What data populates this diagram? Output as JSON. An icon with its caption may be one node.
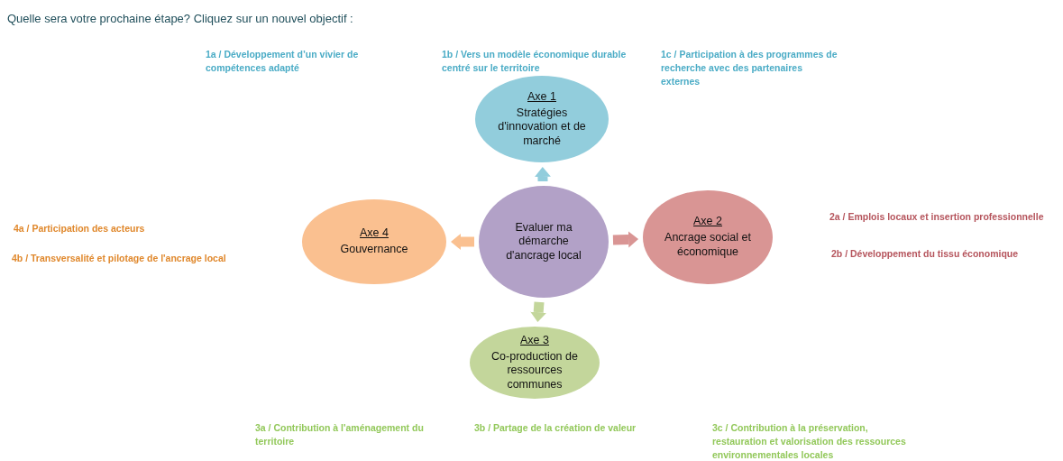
{
  "diagram": {
    "title": "Quelle sera votre prochaine étape? Cliquez sur un nouvel objectif :",
    "nodes": [
      {
        "text": [
          "Evaluer ma démarche d'ancrage local"
        ]
      },
      {
        "text": [
          "Axe 1",
          "Stratégies d'innovation et de marché"
        ]
      },
      {
        "text": [
          "Axe 2",
          "Ancrage social et économique"
        ]
      },
      {
        "text": [
          "Axe 3",
          "Co-production de ressources communes"
        ]
      },
      {
        "text": [
          "Axe 4",
          "Gouvernance"
        ]
      }
    ],
    "edges": [
      {
        "from": 0,
        "to": 1,
        "arrow": "to",
        "color": "#92cddc"
      },
      {
        "from": 0,
        "to": 2,
        "arrow": "to",
        "color": "#d99594"
      },
      {
        "from": 0,
        "to": 3,
        "arrow": "to",
        "color": "#c3d69b"
      },
      {
        "from": 0,
        "to": 4,
        "arrow": "to",
        "color": "#fac090"
      }
    ],
    "labels": [
      "1a / Développement d’un vivier de compétences adapté",
      "1b / Vers un modèle économique durable centré sur le territoire",
      "1c / Participation à des programmes de recherche avec des partenaires externes",
      "4a / Participation des acteurs",
      "4b / Transversalité et pilotage de l'ancrage local",
      "2a / Emplois locaux et insertion professionnelle",
      "2b / Développement du tissu économique",
      "3a / Contribution à l'aménagement du territoire",
      "3b / Partage de la création de valeur",
      "3c / Contribution à la préservation, restauration et valorisation des ressources environnementales locales"
    ]
  }
}
